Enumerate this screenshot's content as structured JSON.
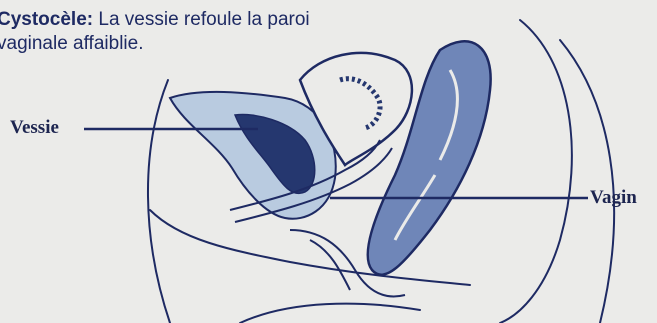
{
  "caption": {
    "term": "Cystocèle:",
    "text": " La vessie refoule la paroi vaginale affaiblie."
  },
  "labels": {
    "vessie": "Vessie",
    "vagin": "Vagin"
  },
  "colors": {
    "ink": "#1e2a63",
    "organ_fill_light": "#b9cbe0",
    "organ_fill_dark": "#25376f",
    "background": "#ebebe9"
  }
}
